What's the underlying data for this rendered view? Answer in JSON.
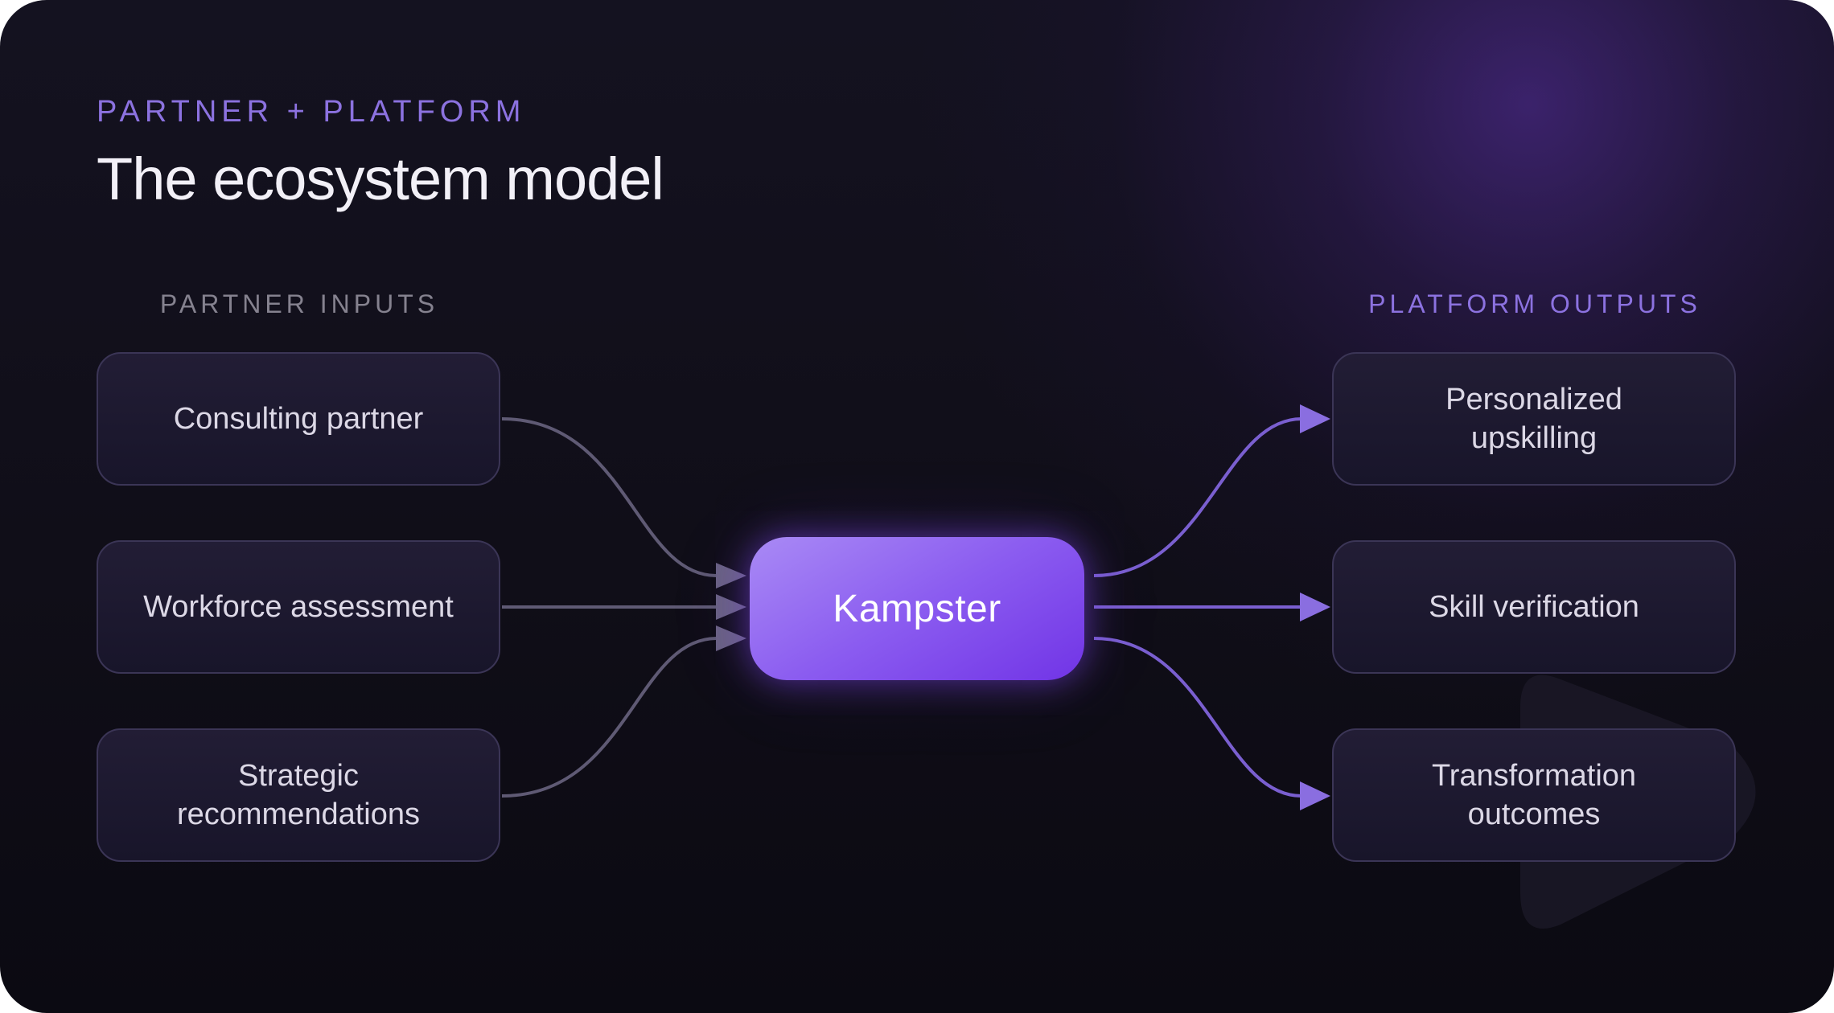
{
  "header": {
    "eyebrow": "PARTNER + PLATFORM",
    "title": "The ecosystem model"
  },
  "inputs": {
    "label": "PARTNER INPUTS",
    "items": [
      {
        "label": "Consulting partner"
      },
      {
        "label": "Workforce assessment"
      },
      {
        "label": "Strategic\nrecommendations"
      }
    ]
  },
  "hub": {
    "label": "Kampster"
  },
  "outputs": {
    "label": "PLATFORM OUTPUTS",
    "items": [
      {
        "label": "Personalized\nupskilling"
      },
      {
        "label": "Skill verification"
      },
      {
        "label": "Transformation\noutcomes"
      }
    ]
  },
  "colors": {
    "accent": "#8c72e0",
    "hub": "#8b5cf0",
    "input_connector": "#5f5a74",
    "output_connector": "#7a5fd0",
    "background": "#110f1a"
  }
}
